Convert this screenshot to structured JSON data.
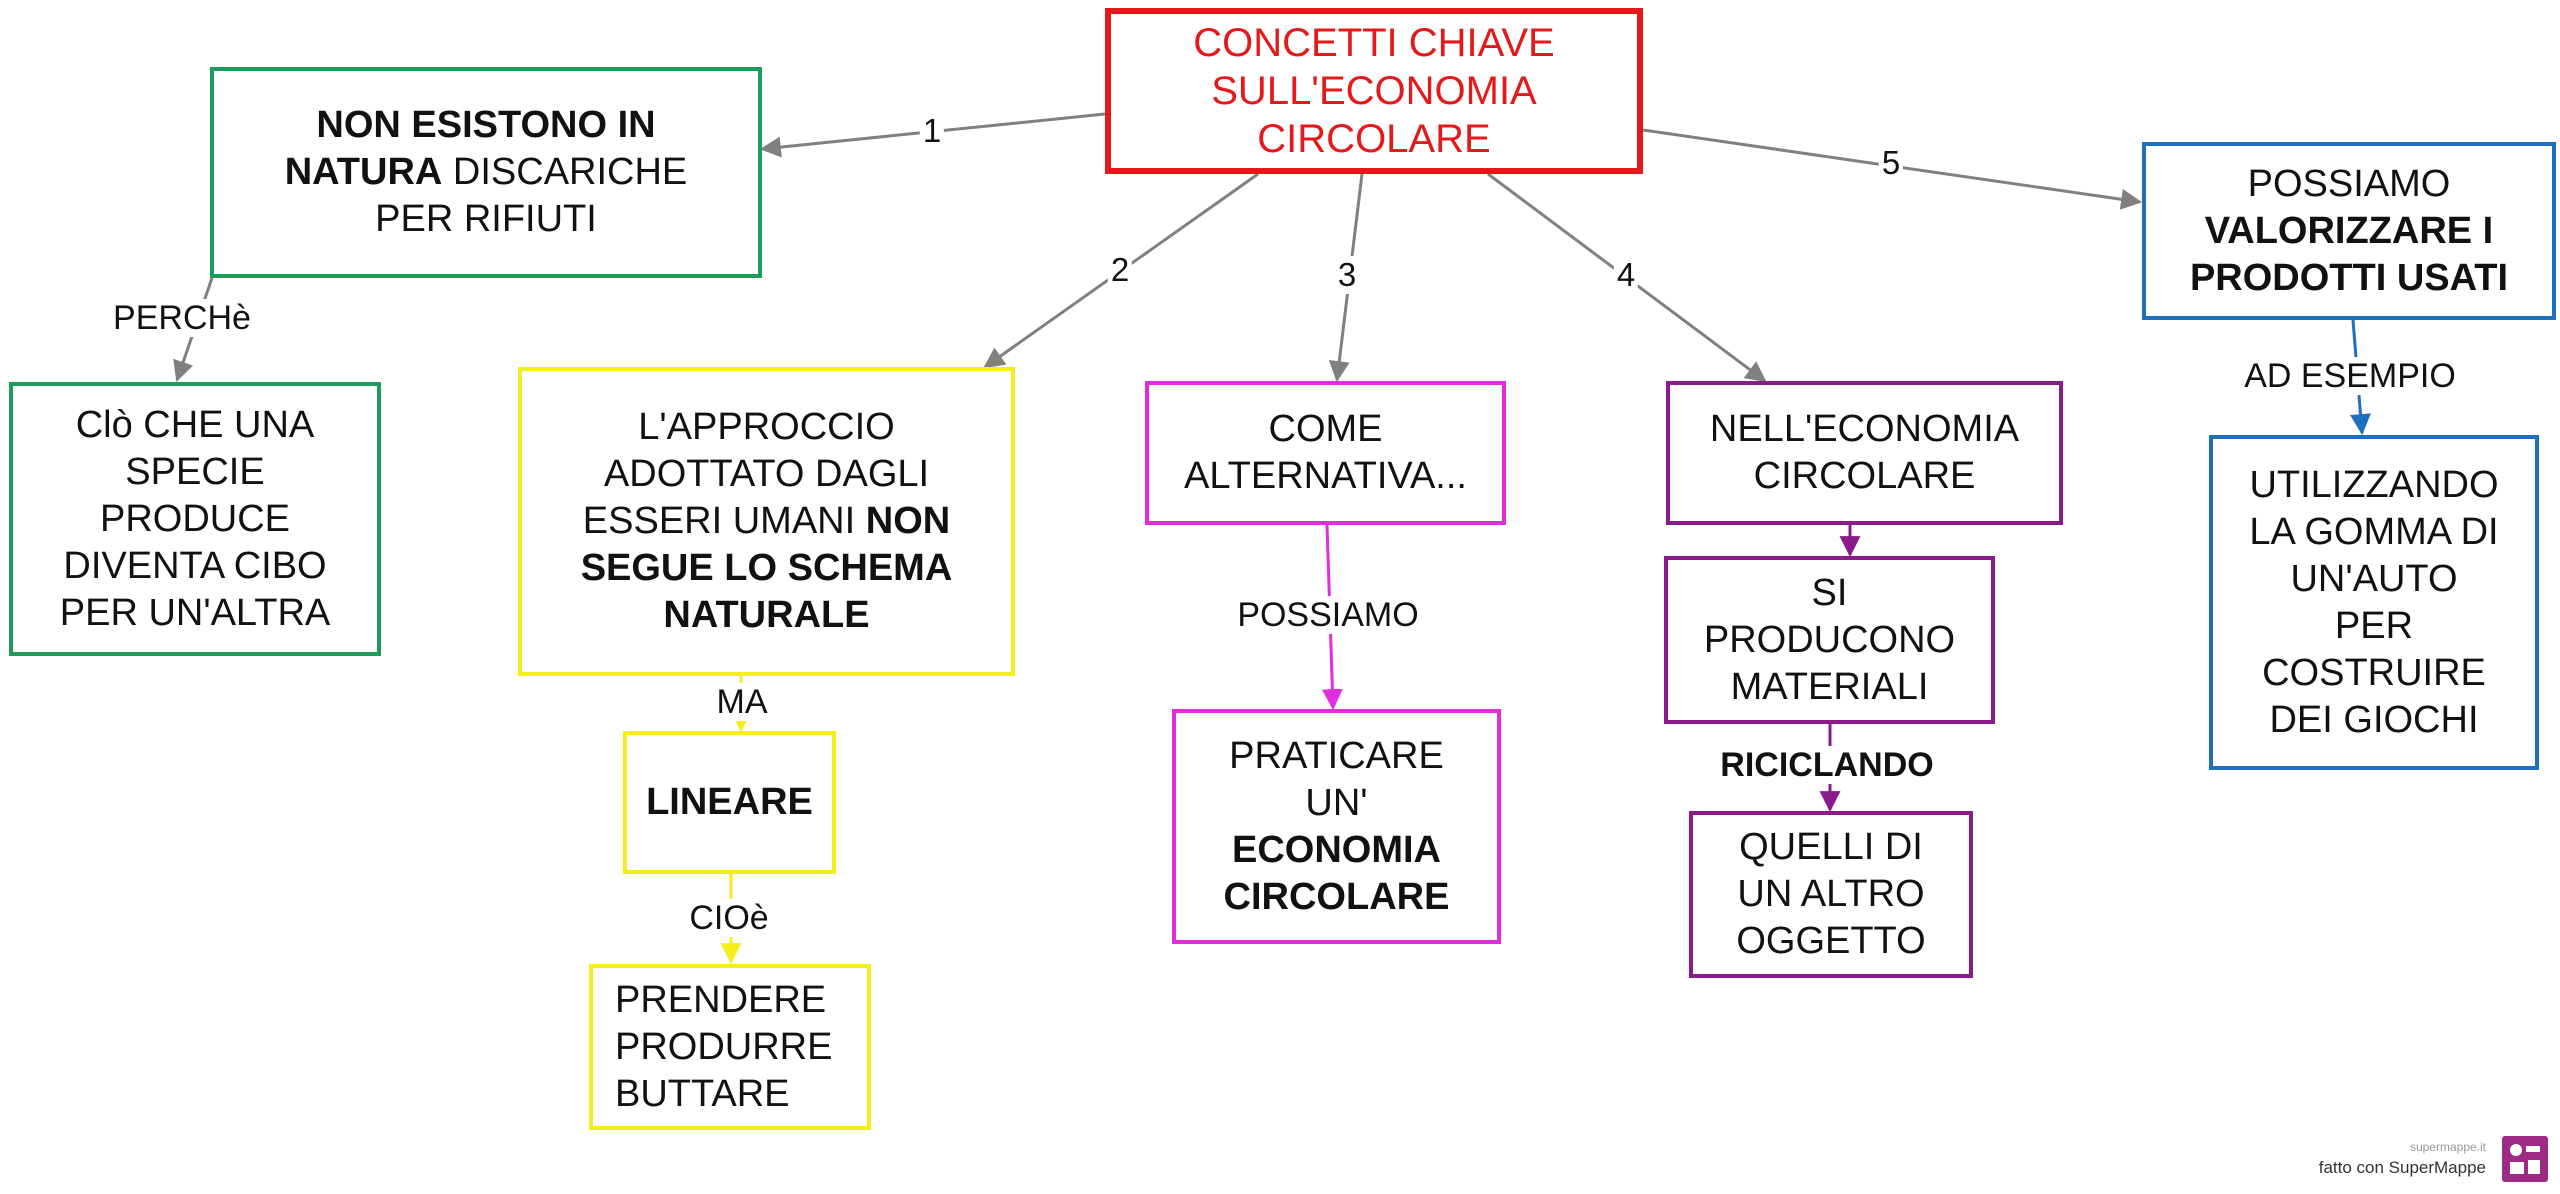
{
  "map": {
    "root": [
      "CONCETTI CHIAVE",
      "SULL'ECONOMIA",
      "CIRCOLARE"
    ],
    "edge_labels": {
      "n1": "1",
      "n2": "2",
      "n3": "3",
      "n4": "4",
      "n5": "5",
      "perche": "PERCHè",
      "ma": "MA",
      "cioe": "CIOè",
      "possiamo": "POSSIAMO",
      "riciclando": "RICICLANDO",
      "ad_esempio": "AD ESEMPIO"
    },
    "nodes": {
      "discariche": {
        "l1a": "NON ESISTONO IN",
        "l2a": "NATURA",
        "l2b": " DISCARICHE",
        "l3": "PER RIFIUTI"
      },
      "cibo": [
        "Clò CHE UNA",
        "SPECIE",
        "PRODUCE",
        "DIVENTA CIBO",
        "PER UN'ALTRA"
      ],
      "approccio": {
        "l1": "L'APPROCCIO",
        "l2": "ADOTTATO DAGLI",
        "l3a": "ESSERI UMANI ",
        "l3b": "NON",
        "l4": "SEGUE LO SCHEMA",
        "l5": "NATURALE"
      },
      "lineare": "LINEARE",
      "prendere": [
        "PRENDERE",
        "PRODURRE",
        "BUTTARE"
      ],
      "alternativa": [
        "COME",
        "ALTERNATIVA..."
      ],
      "praticare": {
        "l1": "PRATICARE",
        "l2": "UN'",
        "l3": "ECONOMIA",
        "l4": "CIRCOLARE"
      },
      "nell_economia": [
        "NELL'ECONOMIA",
        "CIRCOLARE"
      ],
      "producono": [
        "SI",
        "PRODUCONO",
        "MATERIALI"
      ],
      "quelli": [
        "QUELLI DI",
        "UN ALTRO",
        "OGGETTO"
      ],
      "valorizzare": {
        "l1": "POSSIAMO",
        "l2": "VALORIZZARE I",
        "l3": "PRODOTTI USATI"
      },
      "gomma": [
        "UTILIZZANDO",
        "LA GOMMA DI",
        "UN'AUTO",
        "PER",
        "COSTRUIRE",
        "DEI GIOCHI"
      ]
    }
  },
  "colors": {
    "root": "#e41a1a",
    "green": "#1e9c5a",
    "yellow": "#f5ee1c",
    "magenta": "#e12de0",
    "purple": "#8b1a8b",
    "blue": "#1f6fbf",
    "connector": "#808080"
  },
  "branding": {
    "site": "supermappe.it",
    "made_with": "fatto con SuperMappe"
  }
}
